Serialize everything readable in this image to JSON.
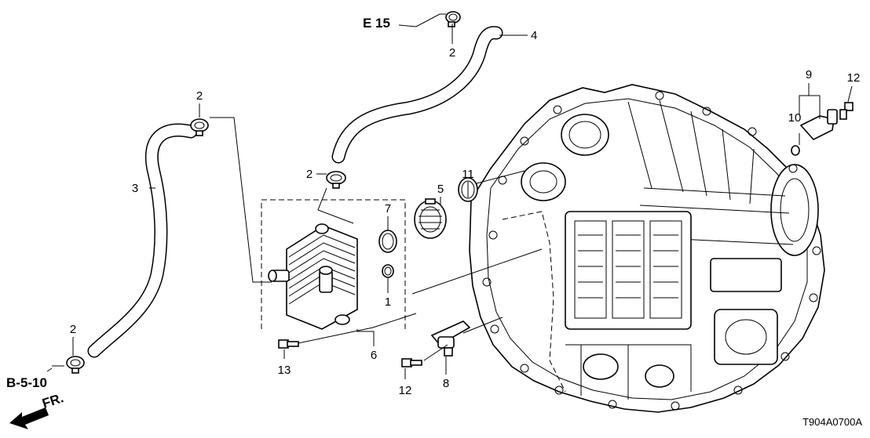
{
  "references": {
    "top": "E 15",
    "left": "B-5-10",
    "front": "FR."
  },
  "callouts": [
    "2",
    "4",
    "2",
    "3",
    "2",
    "7",
    "5",
    "11",
    "1",
    "6",
    "2",
    "13",
    "12",
    "8",
    "9",
    "10",
    "12"
  ],
  "diagram_code": "T904A0700A"
}
